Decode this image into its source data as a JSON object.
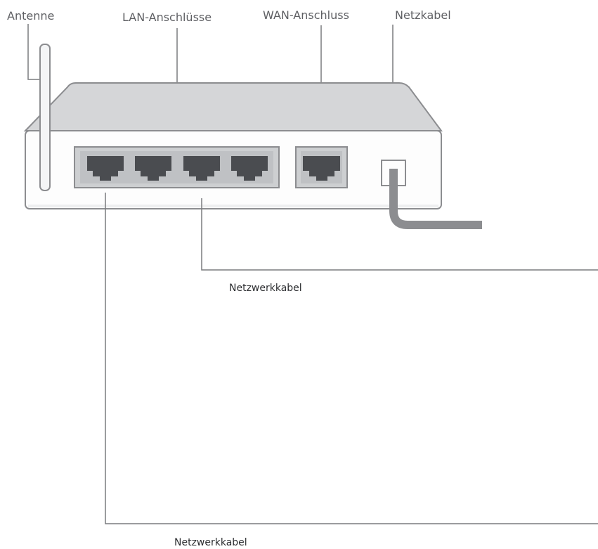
{
  "labels": {
    "antenna": "Antenne",
    "lan_ports": "LAN-Anschlüsse",
    "wan_port": "WAN-Anschluss",
    "power_cable": "Netzkabel",
    "network_cable_1": "Netzwerkkabel",
    "network_cable_2": "Netzwerkkabel"
  },
  "colors": {
    "router_top": "#d5d6d8",
    "router_front": "#fdfdfd",
    "router_outline": "#8c8d90",
    "port_frame": "#b8babd",
    "port_fill": "#4a4c50",
    "power_cable": "#8c8d90",
    "leader_line": "#7a7b7e",
    "label_text": "#5f6064"
  }
}
